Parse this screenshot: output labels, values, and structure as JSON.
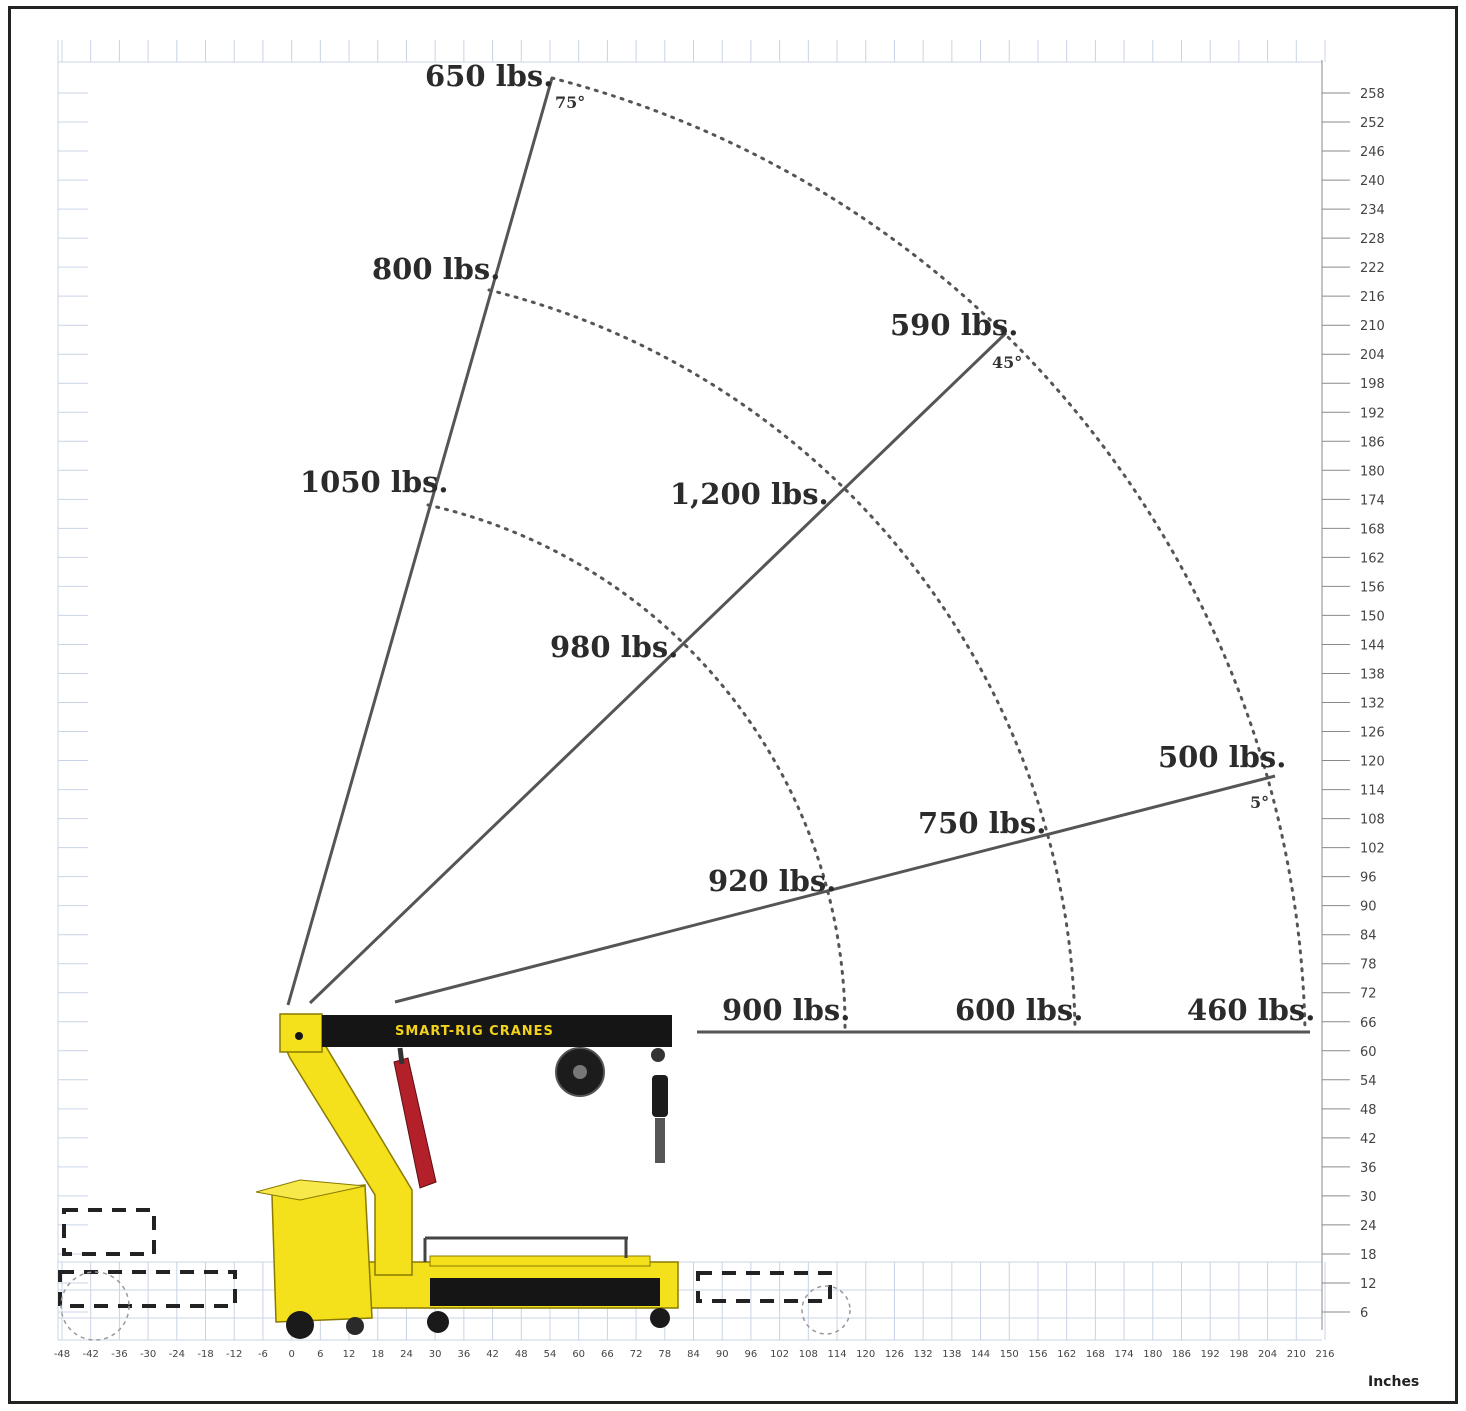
{
  "diagram": {
    "units_label": "Inches",
    "brand_label": "SMART-RIG CRANES",
    "y_axis_ticks": [
      6,
      12,
      18,
      24,
      30,
      36,
      42,
      48,
      54,
      60,
      66,
      72,
      78,
      84,
      90,
      96,
      102,
      108,
      114,
      120,
      126,
      132,
      138,
      144,
      150,
      156,
      162,
      168,
      174,
      180,
      186,
      192,
      198,
      204,
      210,
      216,
      222,
      228,
      234,
      240,
      246,
      252,
      258
    ],
    "x_axis_ticks": [
      "-48",
      "-42",
      "-36",
      "-30",
      "-24",
      "-18",
      "-12",
      "-6",
      "0",
      "6",
      "12",
      "18",
      "24",
      "30",
      "36",
      "42",
      "48",
      "54",
      "60",
      "66",
      "72",
      "78",
      "84",
      "90",
      "96",
      "102",
      "108",
      "114",
      "120",
      "126",
      "132",
      "138",
      "144",
      "150",
      "156",
      "162",
      "168",
      "174",
      "180",
      "186",
      "192",
      "198",
      "204",
      "210",
      "216"
    ],
    "booms": [
      {
        "angle": "75°",
        "capacities": [
          "1050 lbs.",
          "800 lbs.",
          "650 lbs."
        ]
      },
      {
        "angle": "45°",
        "capacities": [
          "980 lbs.",
          "1,200  lbs.",
          "590 lbs."
        ]
      },
      {
        "angle": "5°",
        "capacities": [
          "920 lbs.",
          "750 lbs.",
          "500 lbs."
        ]
      },
      {
        "angle": "",
        "capacities": [
          "900 lbs.",
          "600 lbs.",
          "460 lbs."
        ]
      }
    ],
    "colors": {
      "crane_yellow": "#f4e11c",
      "crane_black": "#151515",
      "cylinder_red": "#b3202a",
      "boom_line": "#555555",
      "arc_dots": "#555555",
      "grid": "#c9d3e6"
    }
  }
}
